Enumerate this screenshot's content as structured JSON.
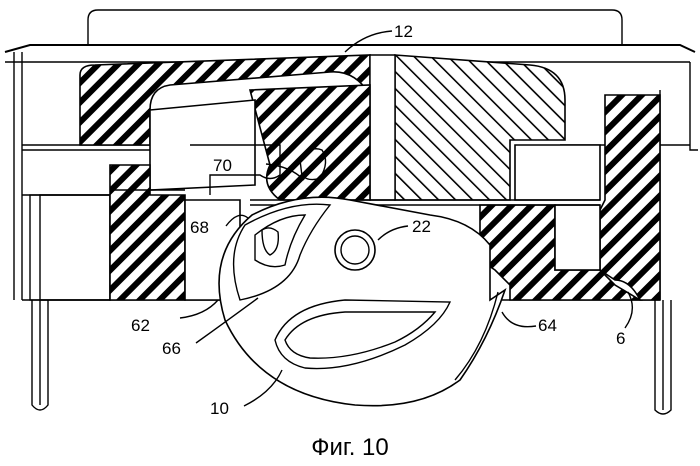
{
  "figure": {
    "caption": "Фиг. 10",
    "labels": {
      "r12": "12",
      "r70": "70",
      "r68": "68",
      "r22": "22",
      "r62": "62",
      "r66": "66",
      "r64": "64",
      "r6": "6",
      "r10": "10"
    }
  }
}
